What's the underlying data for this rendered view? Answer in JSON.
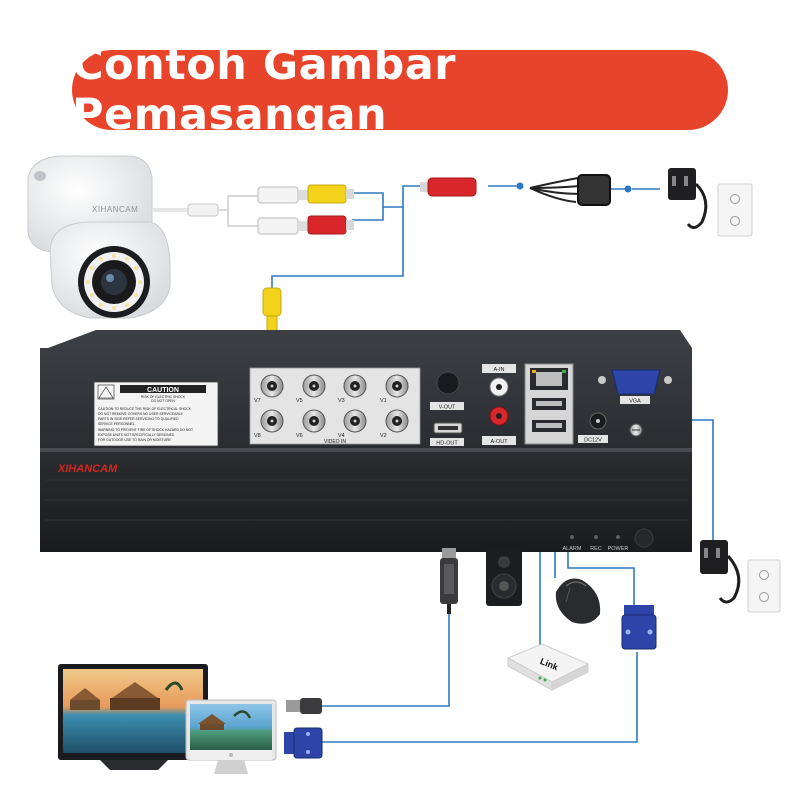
{
  "title": "Contoh Gambar Pemasangan",
  "camera": {
    "brand": "XIHANCAM"
  },
  "dvr": {
    "brand": "XIHANCAM",
    "caution": {
      "heading": "CAUTION",
      "sub_1": "RISK OF ELECTRIC SHOCK",
      "sub_2": "DO NOT OPEN",
      "body": [
        "CAUTION:TO REDUCE THE RISK OF ELECTRICAL SHOCK",
        "DO NOT REMOVE COVERS.NO USER SERVICEABLE",
        "PARTS IN SIDE.REFER SERVICING TO QUALIFIED",
        "SERVICE PERSONNEL.",
        "WARNING:TO PREVENT FIRE OF SHOCK HAZARD,DO NOT",
        "EXPOSE UNITS NOT SPECIFICALLY DESIGNED",
        "FOR OUTDOOR USE TO RAIN OR MOISTURE"
      ]
    },
    "video_in_label": "VIDEO IN",
    "bnc_top": [
      "V7",
      "V5",
      "V3",
      "V1"
    ],
    "bnc_bottom": [
      "V8",
      "V6",
      "V4",
      "V2"
    ],
    "ports": {
      "v_out": "V-OUT",
      "hd_out": "HD-OUT",
      "a_in": "A-IN",
      "a_out": "A-OUT",
      "vga": "VGA",
      "dc": "DC12V"
    },
    "leds": [
      "ALARM",
      "REC",
      "POWER"
    ]
  },
  "router": {
    "label": "Link"
  },
  "colors": {
    "title_bg": "#e8442c",
    "cable": "#2f79c4",
    "dvr_body": "#222428",
    "brand_red": "#d3261f",
    "rca_yellow": "#f2d21a",
    "rca_red": "#d8262a",
    "vga_blue": "#2d44a8"
  }
}
